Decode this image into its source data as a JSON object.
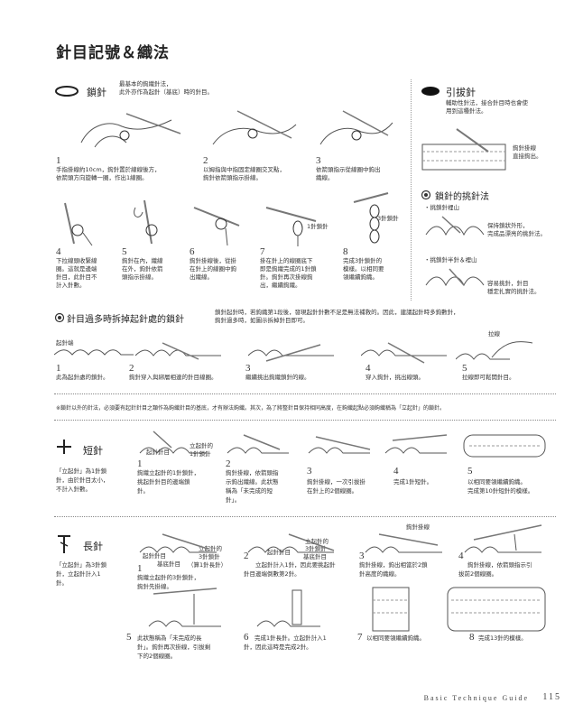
{
  "page": {
    "title": "針目記號＆織法",
    "footer": "Basic Technique Guide",
    "page_number": "115"
  },
  "chain": {
    "heading": "鎖針",
    "desc1": "最基本的鉤織針法，",
    "desc2": "此外亦作為起針（基底）時的針目。",
    "steps": [
      {
        "num": "1",
        "lines": [
          "手指掛線約10cm，鉤針置於線線後方，",
          "依箭頭方向旋轉一圈，作出1線圈。"
        ]
      },
      {
        "num": "2",
        "lines": [
          "以姆指與中指固定線圈交叉點，",
          "鉤針依箭頭指示掛線。"
        ]
      },
      {
        "num": "3",
        "lines": [
          "依箭頭指示從線圈中鉤出",
          "織線。"
        ]
      },
      {
        "num": "4",
        "lines": [
          "下拉線頭收緊線",
          "圈。這就是邊端",
          "針目，此針目不",
          "計入針數。"
        ]
      },
      {
        "num": "5",
        "lines": [
          "鉤針在內，織線",
          "在外，鉤針依箭",
          "頭指示掛線。"
        ]
      },
      {
        "num": "6",
        "lines": [
          "鉤針掛線後，從掛",
          "在針上的線圈中鉤",
          "出織線。"
        ]
      },
      {
        "num": "7",
        "lines": [
          "掛在針上的線圈底下",
          "即是鉤織完成的1針鎖",
          "針。鉤針再次掛線鉤",
          "出，繼續鉤織。"
        ]
      },
      {
        "num": "8",
        "lines": [
          "完成3針鎖針的",
          "模樣。以相同要",
          "領繼續鉤織。"
        ]
      }
    ],
    "label_1chain": "1針鎖針",
    "label_3chain": "3針鎖針"
  },
  "slip": {
    "heading": "引拔針",
    "desc": [
      "輔助性針法，接合針目時也會使",
      "用到這種針法。"
    ],
    "note": [
      "鉤針掛線",
      "直接鉤出。"
    ]
  },
  "chain_bump": {
    "heading": "鎖針的挑針法",
    "way1_title": "・挑鎖針裡山",
    "way1_note": [
      "保持鎖狀外形，",
      "完成品漂亮的挑針法。"
    ],
    "way2_title": "・挑鎖針半針＆裡山",
    "way2_note": [
      "容易挑針，針目",
      "穩定扎實的挑針法。"
    ]
  },
  "ripping": {
    "heading": "針目過多時拆掉起針處的鎖針",
    "desc": [
      "鎖針起針時，若鉤織第1段後，發現起針針數不足是無法補救的。因此，建議起針時多鉤數針，",
      "鉤針過多時，如圖示拆掉針目即可。"
    ],
    "label_start": "起針端",
    "label_pull": "拉線",
    "steps": [
      {
        "num": "1",
        "text": "此為起針處的鎖針。"
      },
      {
        "num": "2",
        "text": "鉤針穿入與綁層相連的針目線圈。"
      },
      {
        "num": "3",
        "text": "繼續挑出鉤織鎖針的線。"
      },
      {
        "num": "4",
        "text": "穿入鉤針，挑出線頭。"
      },
      {
        "num": "5",
        "text": "拉線即可鬆開針目。"
      }
    ]
  },
  "intro_note": "※鎖針以外的針法，必須要有起針針目之類作為鉤織針目的基底，才有辦法鉤織。其次，為了將整針目保持相同高度，在鉤織起點必須鉤織稱為「立起針」的鎖針。",
  "single": {
    "heading": "短針",
    "desc": [
      "「立起針」為1針鎖",
      "針，由於針目太小，",
      "不計入針數。"
    ],
    "labels": {
      "start": "起針針目",
      "turn": "立起針的",
      "turn2": "1針鎖針"
    },
    "steps": [
      {
        "num": "1",
        "lines": [
          "鉤織立起針的1針鎖針，",
          "挑起針針目的邊端鎖",
          "針。"
        ]
      },
      {
        "num": "2",
        "lines": [
          "鉤針掛線，依箭頭指",
          "示鉤出織線。此狀態",
          "稱為「未完成的短",
          "針」。"
        ]
      },
      {
        "num": "3",
        "lines": [
          "鉤針掛線，一次引拔掛",
          "在針上的2個線圈。"
        ]
      },
      {
        "num": "4",
        "lines": [
          "完成1針短針。"
        ]
      },
      {
        "num": "5",
        "lines": [
          "以相同要領繼續鉤織。",
          "完成第10針短針的模樣。"
        ]
      }
    ]
  },
  "double": {
    "heading": "長針",
    "desc": [
      "「立起針」為3針鎖",
      "針，立起針計入1",
      "針。"
    ],
    "labels": {
      "base": "起針針目",
      "top": "基底針目",
      "turn": "立起針的",
      "turn2": "3針鎖針",
      "turn3": "（算1針長針）",
      "b2a": "立起針的",
      "b2b": "3針鎖針",
      "b2c": "基底針目",
      "pull": "鉤針掛線"
    },
    "steps": [
      {
        "num": "1",
        "lines": [
          "鉤織立起針的3針鎖針，",
          "鉤針先掛線。"
        ]
      },
      {
        "num": "2",
        "lines": [
          "立起針計入1針，因此要挑起針",
          "針目邊端倒數第2針。"
        ]
      },
      {
        "num": "3",
        "lines": [
          "鉤針掛線，鉤出相當於2鎖",
          "針高度的織線。"
        ]
      },
      {
        "num": "4",
        "lines": [
          "鉤針掛線，依箭頭指示引",
          "拔前2個線圈。"
        ]
      },
      {
        "num": "5",
        "lines": [
          "此狀態稱為「未完成的長",
          "針」。鉤針再次掛線，引拔剩",
          "下的2個線圈。"
        ]
      },
      {
        "num": "6",
        "lines": [
          "完成1針長針。立起針計入1",
          "針，因此這時是完成2針。"
        ]
      },
      {
        "num": "7",
        "lines": [
          "以相同要領繼續鉤織。"
        ]
      },
      {
        "num": "8",
        "lines": [
          "完成13針的模樣。"
        ]
      }
    ]
  }
}
